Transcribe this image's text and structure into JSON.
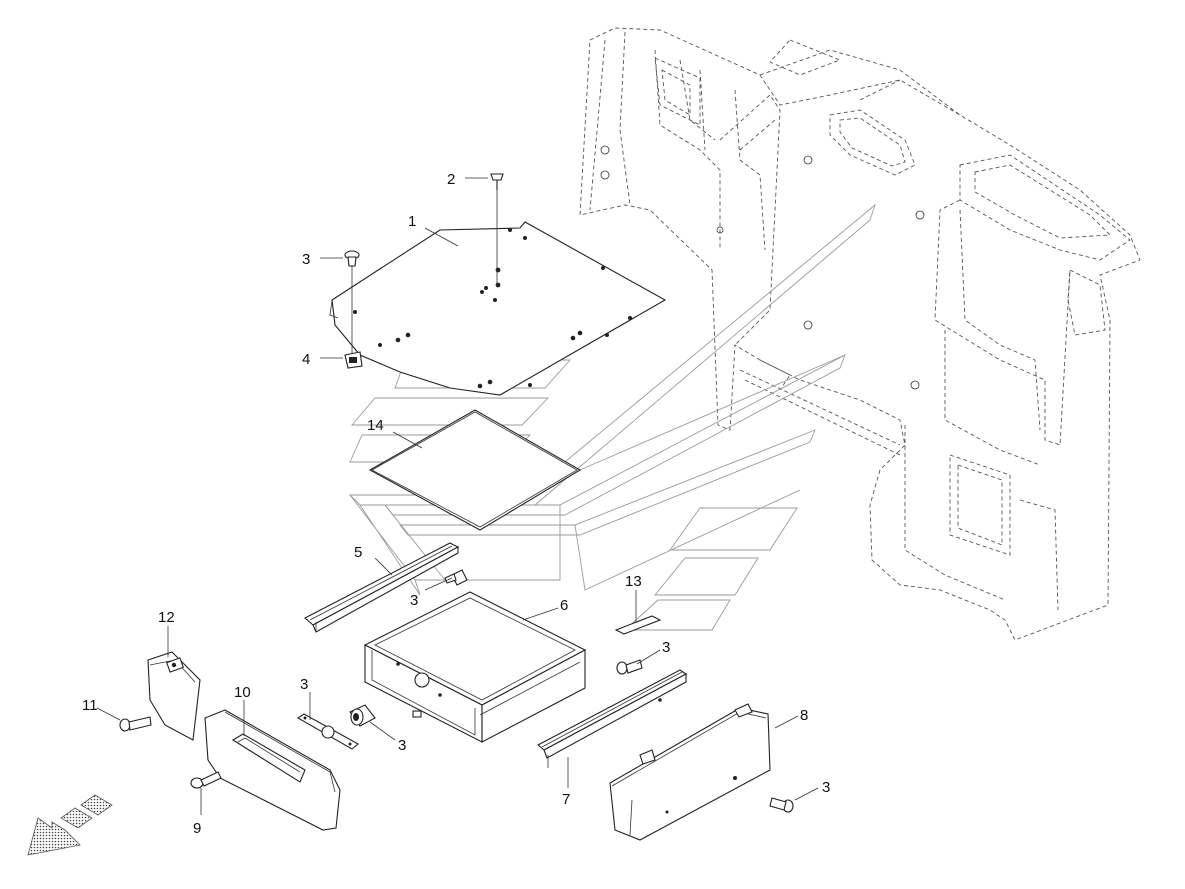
{
  "callouts": [
    {
      "id": "c1",
      "text": "1"
    },
    {
      "id": "c2",
      "text": "2"
    },
    {
      "id": "c3a",
      "text": "3"
    },
    {
      "id": "c4",
      "text": "4"
    },
    {
      "id": "c14",
      "text": "14"
    },
    {
      "id": "c5",
      "text": "5"
    },
    {
      "id": "c3b",
      "text": "3"
    },
    {
      "id": "c6",
      "text": "6"
    },
    {
      "id": "c13",
      "text": "13"
    },
    {
      "id": "c12",
      "text": "12"
    },
    {
      "id": "c11",
      "text": "11"
    },
    {
      "id": "c10",
      "text": "10"
    },
    {
      "id": "c9",
      "text": "9"
    },
    {
      "id": "c3c",
      "text": "3"
    },
    {
      "id": "c3d",
      "text": "3"
    },
    {
      "id": "c3e",
      "text": "3"
    },
    {
      "id": "c7",
      "text": "7"
    },
    {
      "id": "c8",
      "text": "8"
    },
    {
      "id": "c3f",
      "text": "3"
    }
  ],
  "icons": {
    "direction": "front-direction-arrow-icon"
  },
  "colors": {
    "line": "#222222",
    "ghost": "#9a9a9a",
    "background": "#ffffff"
  }
}
